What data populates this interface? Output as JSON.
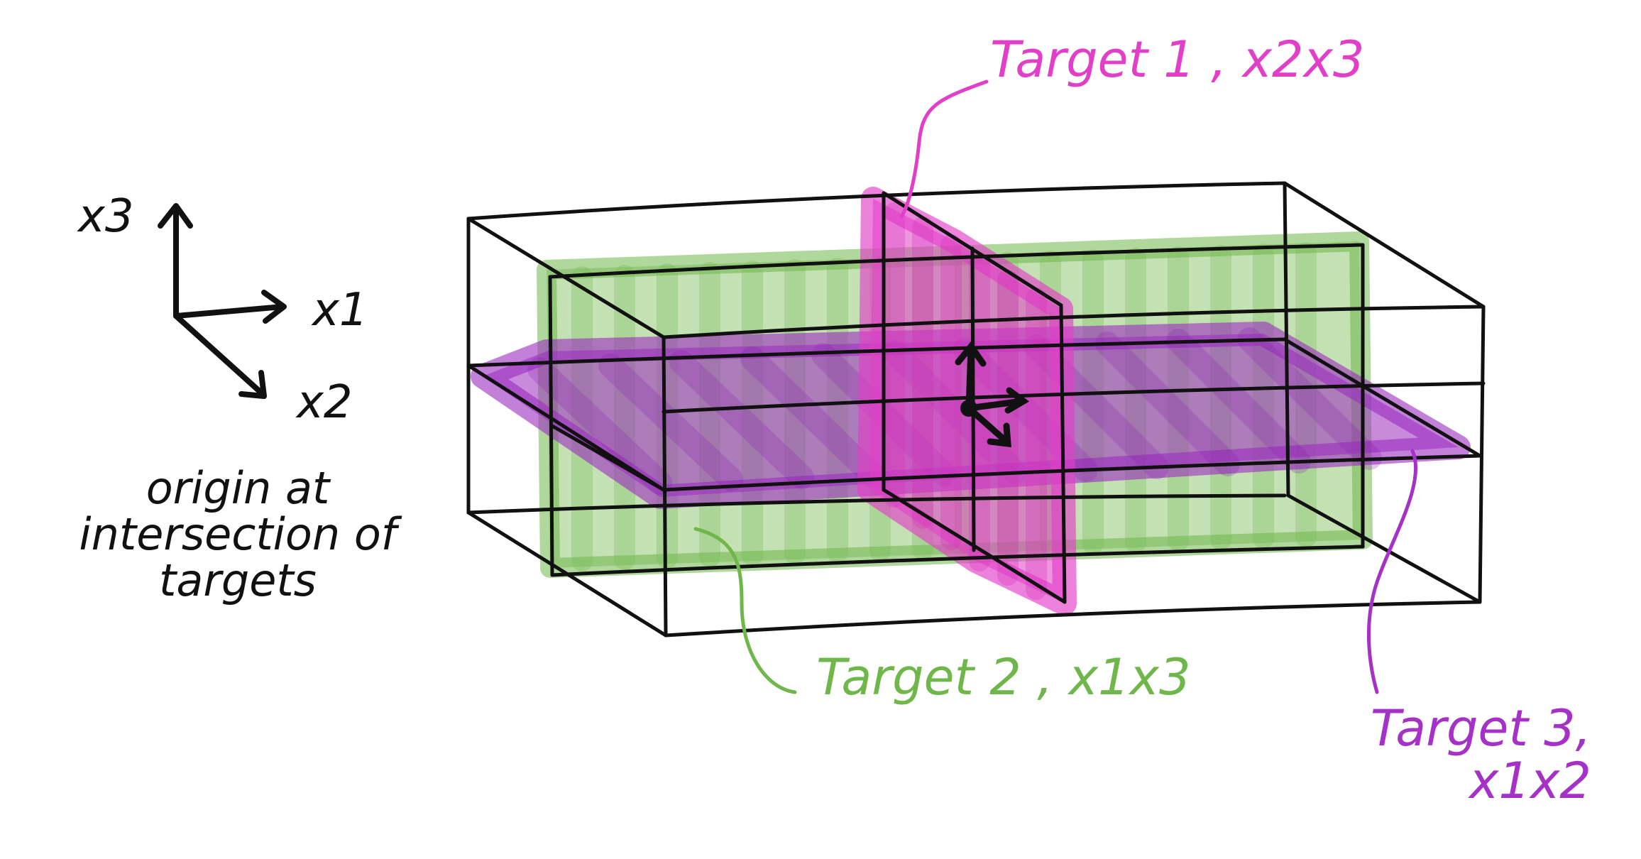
{
  "axes_legend": {
    "x3": "x3",
    "x1": "x1",
    "x2": "x2"
  },
  "note": {
    "line1": "origin at",
    "line2": "intersection of",
    "line3": "targets"
  },
  "targets": [
    {
      "id": "target1",
      "text": "Target 1 , x2x3",
      "color": "#e23fc8"
    },
    {
      "id": "target2",
      "text": "Target 2 , x1x3",
      "color": "#6fb74a"
    },
    {
      "id": "target3_line1",
      "text": "Target 3,",
      "color": "#a531c6"
    },
    {
      "id": "target3_line2",
      "text": "x1x2",
      "color": "#a531c6"
    }
  ],
  "colors": {
    "ink": "#111111",
    "green_fill": "#6fb74a",
    "magenta_fill": "#e23fc8",
    "purple_fill": "#9b2bbf"
  }
}
